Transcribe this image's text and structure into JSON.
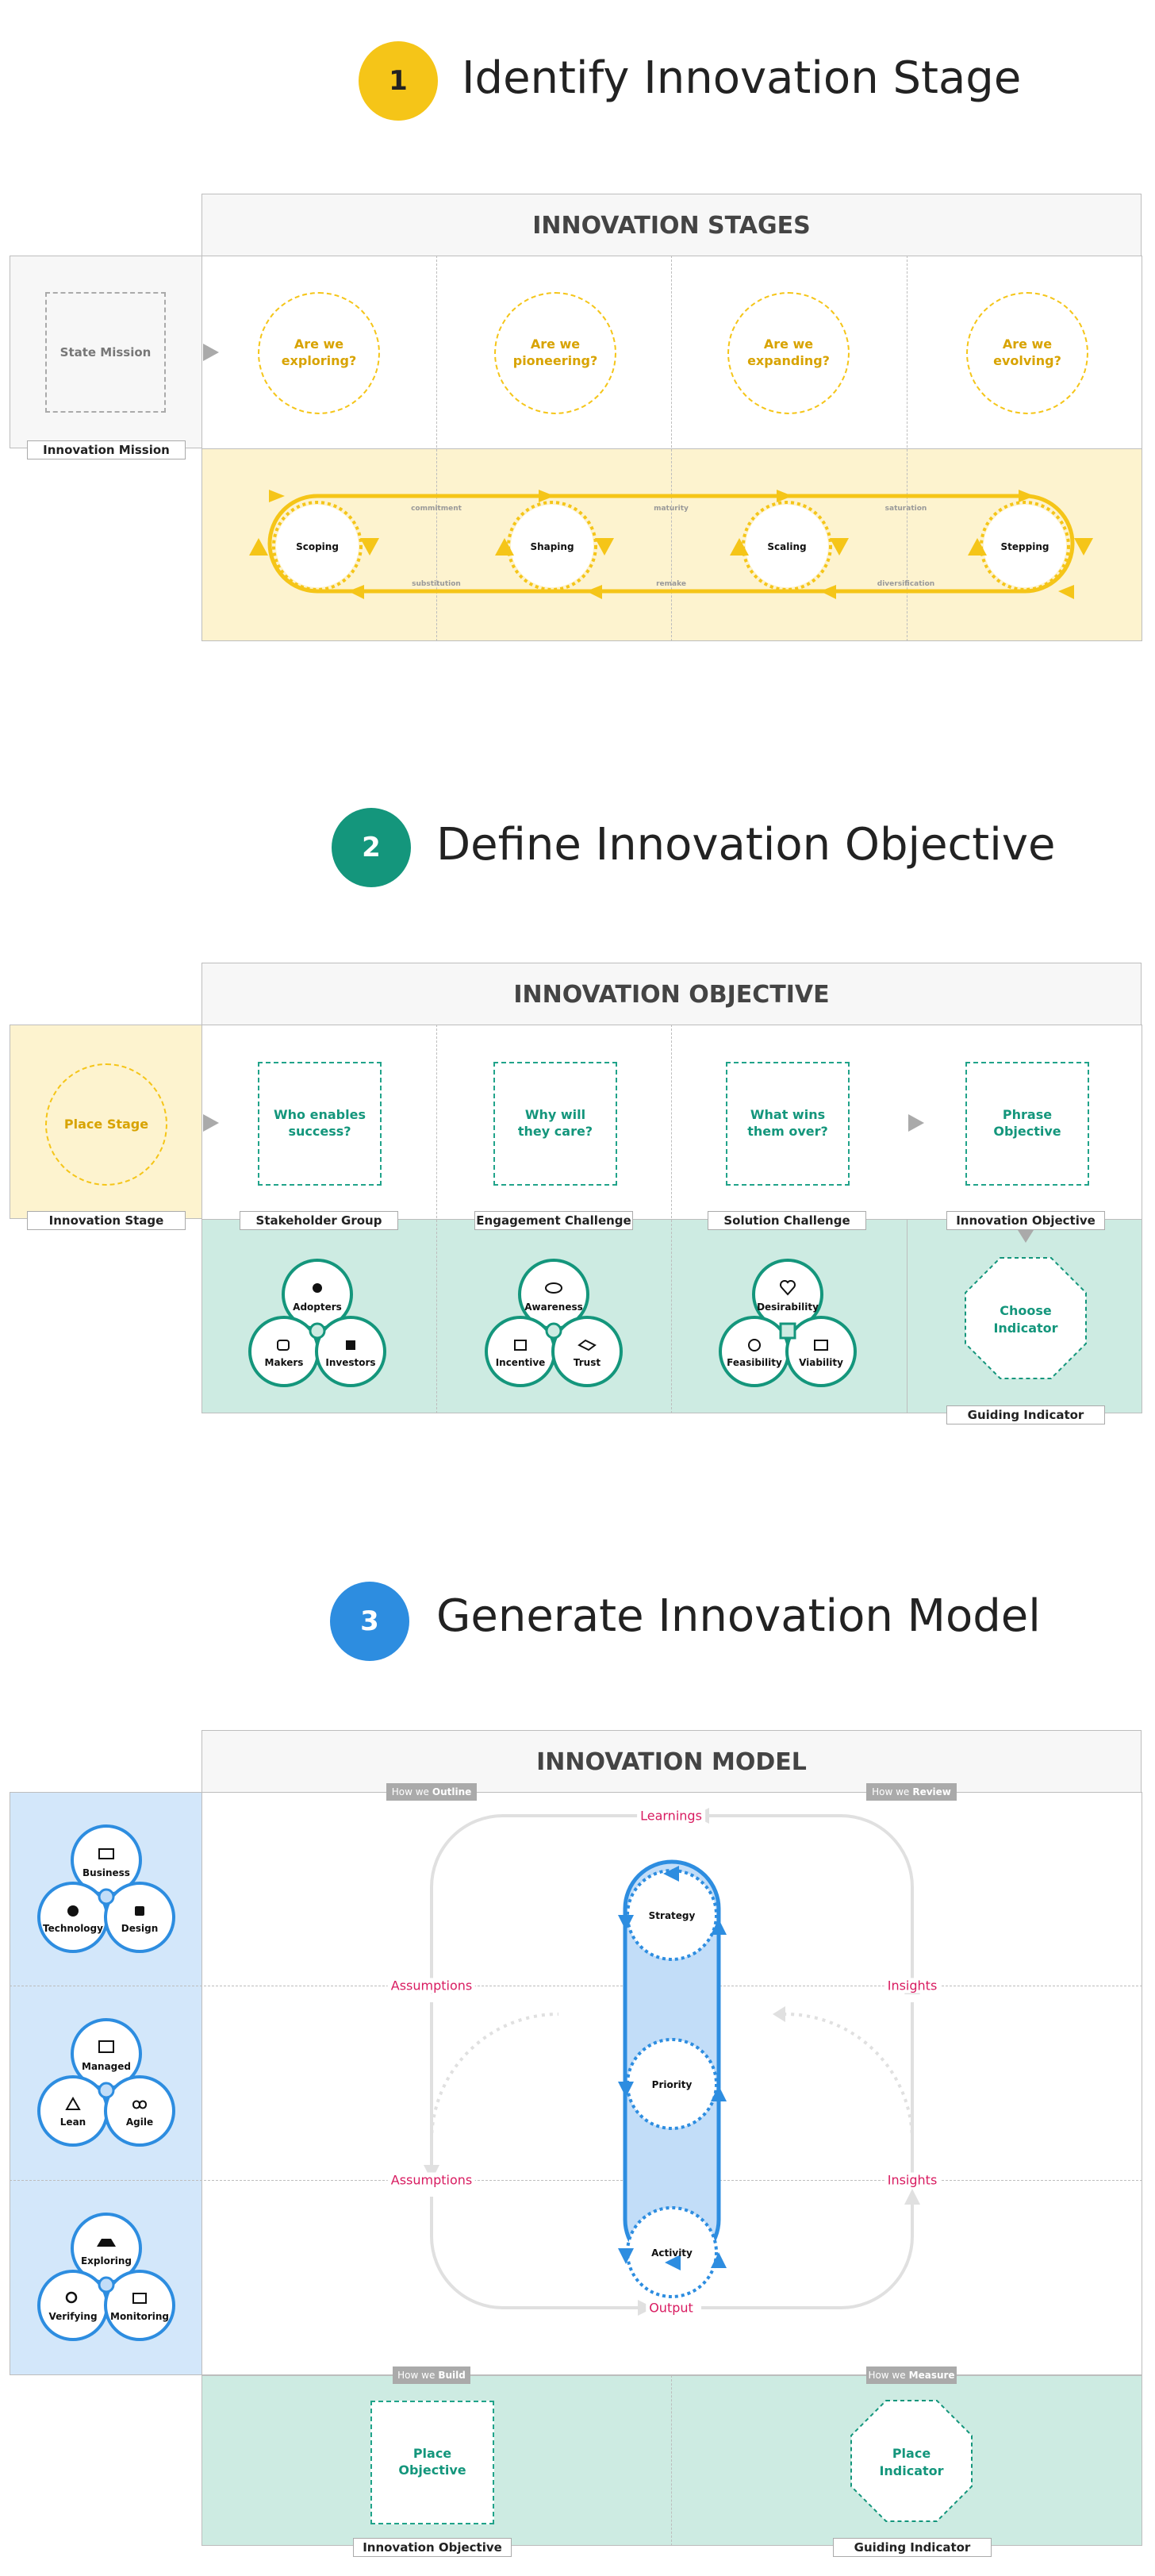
{
  "step1": {
    "number": "1",
    "title": "Identify Innovation Stage",
    "header": "INNOVATION STAGES",
    "mission_box": "State Mission",
    "mission_tag": "Innovation Mission",
    "questions": [
      {
        "l1": "Are we",
        "l2": "exploring?"
      },
      {
        "l1": "Are we",
        "l2": "pioneering?"
      },
      {
        "l1": "Are we",
        "l2": "expanding?"
      },
      {
        "l1": "Are we",
        "l2": "evolving?"
      }
    ],
    "stages": [
      "Scoping",
      "Shaping",
      "Scaling",
      "Stepping"
    ],
    "top_transitions": [
      "commitment",
      "maturity",
      "saturation"
    ],
    "bottom_transitions": [
      "substitution",
      "remake",
      "diversification"
    ]
  },
  "step2": {
    "number": "2",
    "title": "Define Innovation Objective",
    "header": "INNOVATION OBJECTIVE",
    "stage_box": "Place Stage",
    "stage_tag": "Innovation Stage",
    "questions": [
      {
        "l1": "Who enables",
        "l2": "success?",
        "tag": "Stakeholder Group"
      },
      {
        "l1": "Why will",
        "l2": "they care?",
        "tag": "Engagement Challenge"
      },
      {
        "l1": "What wins",
        "l2": "them over?",
        "tag": "Solution Challenge"
      }
    ],
    "phrase": {
      "l1": "Phrase",
      "l2": "Objective",
      "tag": "Innovation Objective"
    },
    "indicator": {
      "l1": "Choose",
      "l2": "Indicator",
      "tag": "Guiding Indicator"
    },
    "venns": [
      {
        "top": "Adopters",
        "left": "Makers",
        "right": "Investors",
        "icons": [
          "person-icon",
          "robot-icon",
          "money-people-icon"
        ]
      },
      {
        "top": "Awareness",
        "left": "Incentive",
        "right": "Trust",
        "icons": [
          "eye-icon",
          "gift-icon",
          "handshake-icon"
        ]
      },
      {
        "top": "Desirability",
        "left": "Feasibility",
        "right": "Viability",
        "icons": [
          "heart-icon",
          "gear-icon",
          "chart-icon"
        ]
      }
    ]
  },
  "step3": {
    "number": "3",
    "title": "Generate Innovation Model",
    "header": "INNOVATION MODEL",
    "tags": {
      "outline_pre": "How we",
      "outline": "Outline",
      "review_pre": "How we",
      "review": "Review",
      "build_pre": "How we",
      "build": "Build",
      "measure_pre": "How we",
      "measure": "Measure"
    },
    "labels": {
      "learnings": "Learnings",
      "assumptions": "Assumptions",
      "insights": "Insights",
      "output": "Output"
    },
    "levels": [
      "Strategy",
      "Priority",
      "Activity"
    ],
    "venns": [
      {
        "top": "Business",
        "left": "Technology",
        "right": "Design",
        "icons": [
          "briefcase-icon",
          "gear-icon",
          "coffee-icon"
        ]
      },
      {
        "top": "Managed",
        "left": "Lean",
        "right": "Agile",
        "icons": [
          "calendar-icon",
          "recycle-icon",
          "infinity-icon"
        ]
      },
      {
        "top": "Exploring",
        "left": "Verifying",
        "right": "Monitoring",
        "icons": [
          "hat-icon",
          "search-icon",
          "monitor-icon"
        ]
      }
    ],
    "objective": {
      "l1": "Place",
      "l2": "Objective",
      "tag": "Innovation Objective"
    },
    "indicator": {
      "l1": "Place",
      "l2": "Indicator",
      "tag": "Guiding Indicator"
    }
  },
  "colors": {
    "yellow": "#f5c518",
    "green": "#14967c",
    "blue": "#2d8de0",
    "pink": "#d81b60"
  }
}
